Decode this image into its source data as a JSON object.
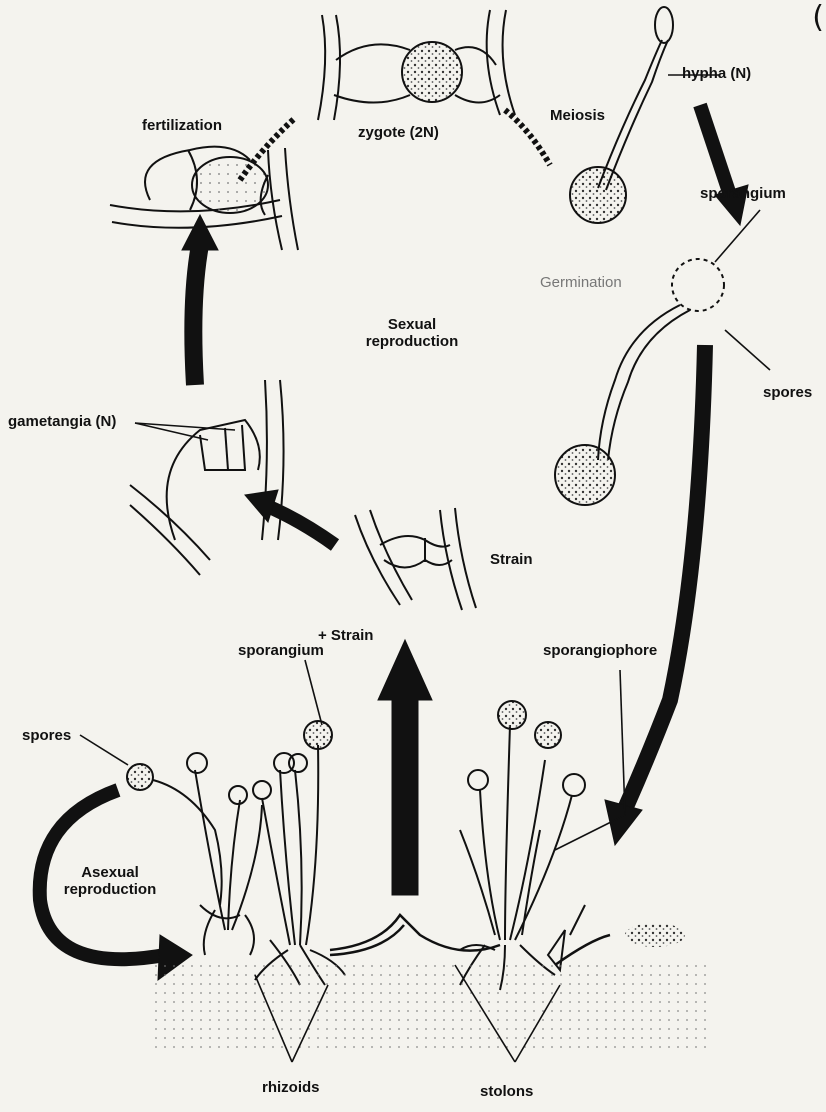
{
  "labels": {
    "hypha": "hypha (N)",
    "meiosis": "Meiosis",
    "zygote": "zygote (2N)",
    "fertilization": "fertilization",
    "sporangium_top": "sporangium",
    "germination": "Germination",
    "spores_right": "spores",
    "sexual_line1": "Sexual",
    "sexual_line2": "reproduction",
    "gametangia": "gametangia (N)",
    "minus_strain": "Strain",
    "plus_strain": "+ Strain",
    "sporangium_bottom": "sporangium",
    "sporangiophore": "sporangiophore",
    "spores_left": "spores",
    "asexual_line1": "Asexual",
    "asexual_line2": "reproduction",
    "rhizoids": "rhizoids",
    "stolons": "stolons",
    "corner": "("
  },
  "colors": {
    "ink": "#111111",
    "paper": "#f4f3ee",
    "speckle": "#555555"
  }
}
